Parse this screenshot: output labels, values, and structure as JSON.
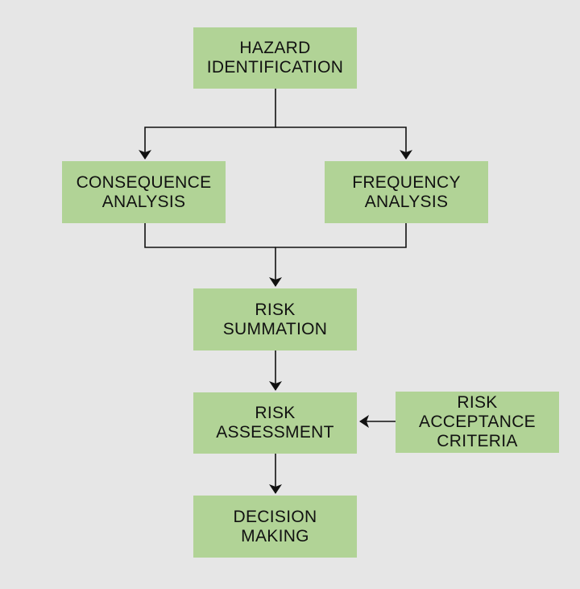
{
  "diagram": {
    "nodes": {
      "hazard_identification": {
        "line1": "HAZARD",
        "line2": "IDENTIFICATION"
      },
      "consequence_analysis": {
        "line1": "CONSEQUENCE",
        "line2": "ANALYSIS"
      },
      "frequency_analysis": {
        "line1": "FREQUENCY",
        "line2": "ANALYSIS"
      },
      "risk_summation": {
        "line1": "RISK",
        "line2": "SUMMATION"
      },
      "risk_assessment": {
        "line1": "RISK",
        "line2": "ASSESSMENT"
      },
      "risk_acceptance_criteria": {
        "line1": "RISK",
        "line2": "ACCEPTANCE",
        "line3": "CRITERIA"
      },
      "decision_making": {
        "line1": "DECISION",
        "line2": "MAKING"
      }
    },
    "edges": [
      {
        "from": "hazard_identification",
        "to": "consequence_analysis"
      },
      {
        "from": "hazard_identification",
        "to": "frequency_analysis"
      },
      {
        "from": "consequence_analysis",
        "to": "risk_summation"
      },
      {
        "from": "frequency_analysis",
        "to": "risk_summation"
      },
      {
        "from": "risk_summation",
        "to": "risk_assessment"
      },
      {
        "from": "risk_acceptance_criteria",
        "to": "risk_assessment"
      },
      {
        "from": "risk_assessment",
        "to": "decision_making"
      }
    ],
    "colors": {
      "background": "#e6e6e6",
      "box_fill": "#b1d396",
      "line": "#111111",
      "text": "#111111"
    }
  }
}
